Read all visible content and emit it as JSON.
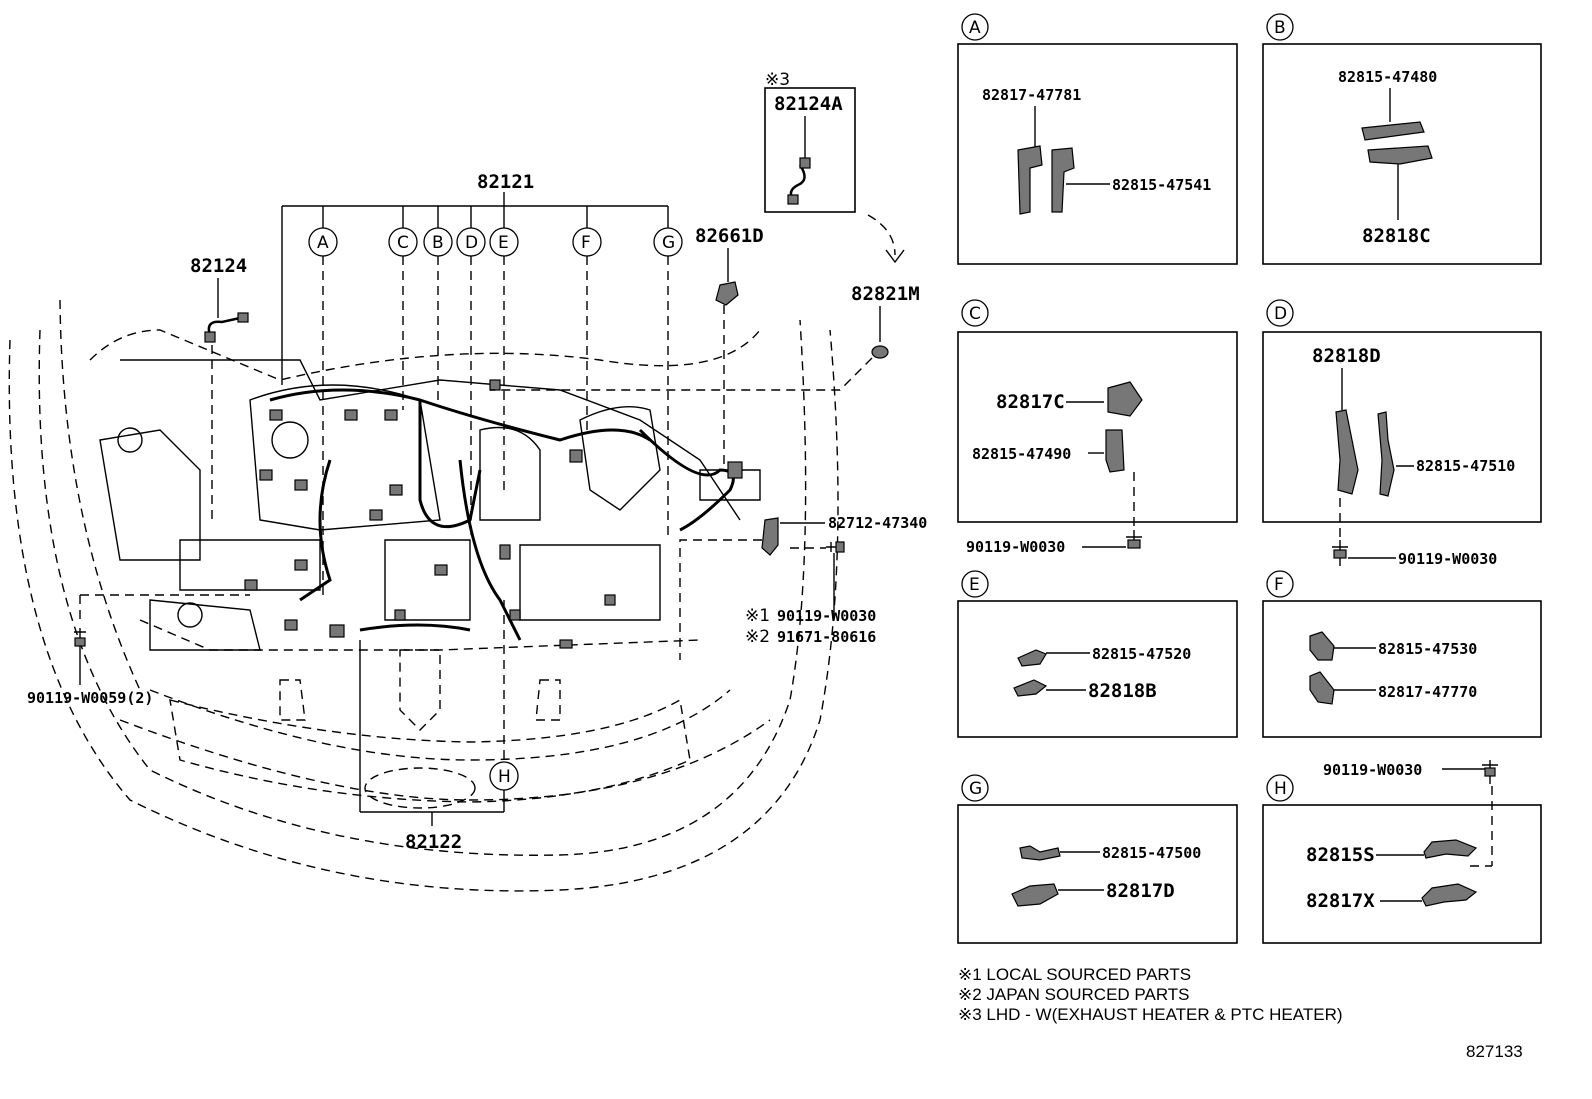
{
  "main": {
    "part_82121": "82121",
    "part_82124": "82124",
    "part_82124A": "82124A",
    "part_82661D": "82661D",
    "part_82821M": "82821M",
    "part_82712": "82712-47340",
    "part_bolt_1": "90119-W0030",
    "part_bolt_2": "91671-80616",
    "part_bolt_left": "90119-W0059(2)",
    "part_82122": "82122",
    "mark_1": "※1",
    "mark_2": "※2",
    "mark_3": "※3",
    "callouts": [
      "A",
      "C",
      "B",
      "D",
      "E",
      "F",
      "G",
      "H"
    ]
  },
  "panels": {
    "A": {
      "letter": "A",
      "p1": "82817-47781",
      "p2": "82815-47541"
    },
    "B": {
      "letter": "B",
      "p1": "82815-47480",
      "p2": "82818C"
    },
    "C": {
      "letter": "C",
      "p1": "82817C",
      "p2": "82815-47490",
      "bolt": "90119-W0030"
    },
    "D": {
      "letter": "D",
      "p1": "82818D",
      "p2": "82815-47510",
      "bolt": "90119-W0030"
    },
    "E": {
      "letter": "E",
      "p1": "82815-47520",
      "p2": "82818B"
    },
    "F": {
      "letter": "F",
      "p1": "82815-47530",
      "p2": "82817-47770"
    },
    "G": {
      "letter": "G",
      "p1": "82815-47500",
      "p2": "82817D"
    },
    "H": {
      "letter": "H",
      "p1": "82815S",
      "p2": "82817X",
      "bolt": "90119-W0030"
    }
  },
  "notes": [
    "※1 LOCAL SOURCED PARTS",
    "※2 JAPAN SOURCED PARTS",
    "※3 LHD - W(EXHAUST HEATER & PTC HEATER)"
  ],
  "figure_code": "827133"
}
